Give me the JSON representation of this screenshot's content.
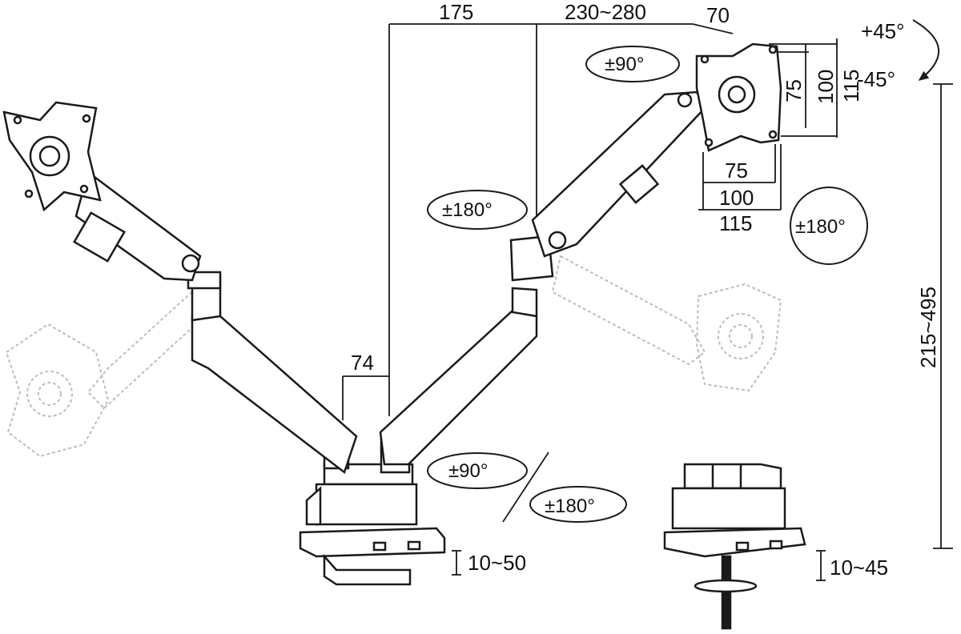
{
  "dimensions": {
    "arm_offset": "175",
    "arm_reach": "230~280",
    "tilt_offset": "70",
    "tilt_up": "+45°",
    "tilt_down": "-45°",
    "vesa_v_75": "75",
    "vesa_v_100": "100",
    "vesa_v_115": "115",
    "vesa_h_75": "75",
    "vesa_h_100": "100",
    "vesa_h_115": "115",
    "pole_width": "74",
    "height_range": "215~495",
    "clamp_thickness": "10~50",
    "grommet_thickness": "10~45"
  },
  "rotations": {
    "head_swivel": "±90°",
    "monitor_rotate": "±180°",
    "elbow_swivel": "±180°",
    "base_swivel_a": "±90°",
    "base_swivel_b": "±180°"
  },
  "colors": {
    "line": "#1a1a1a",
    "ghost": "#bdbdbd"
  }
}
